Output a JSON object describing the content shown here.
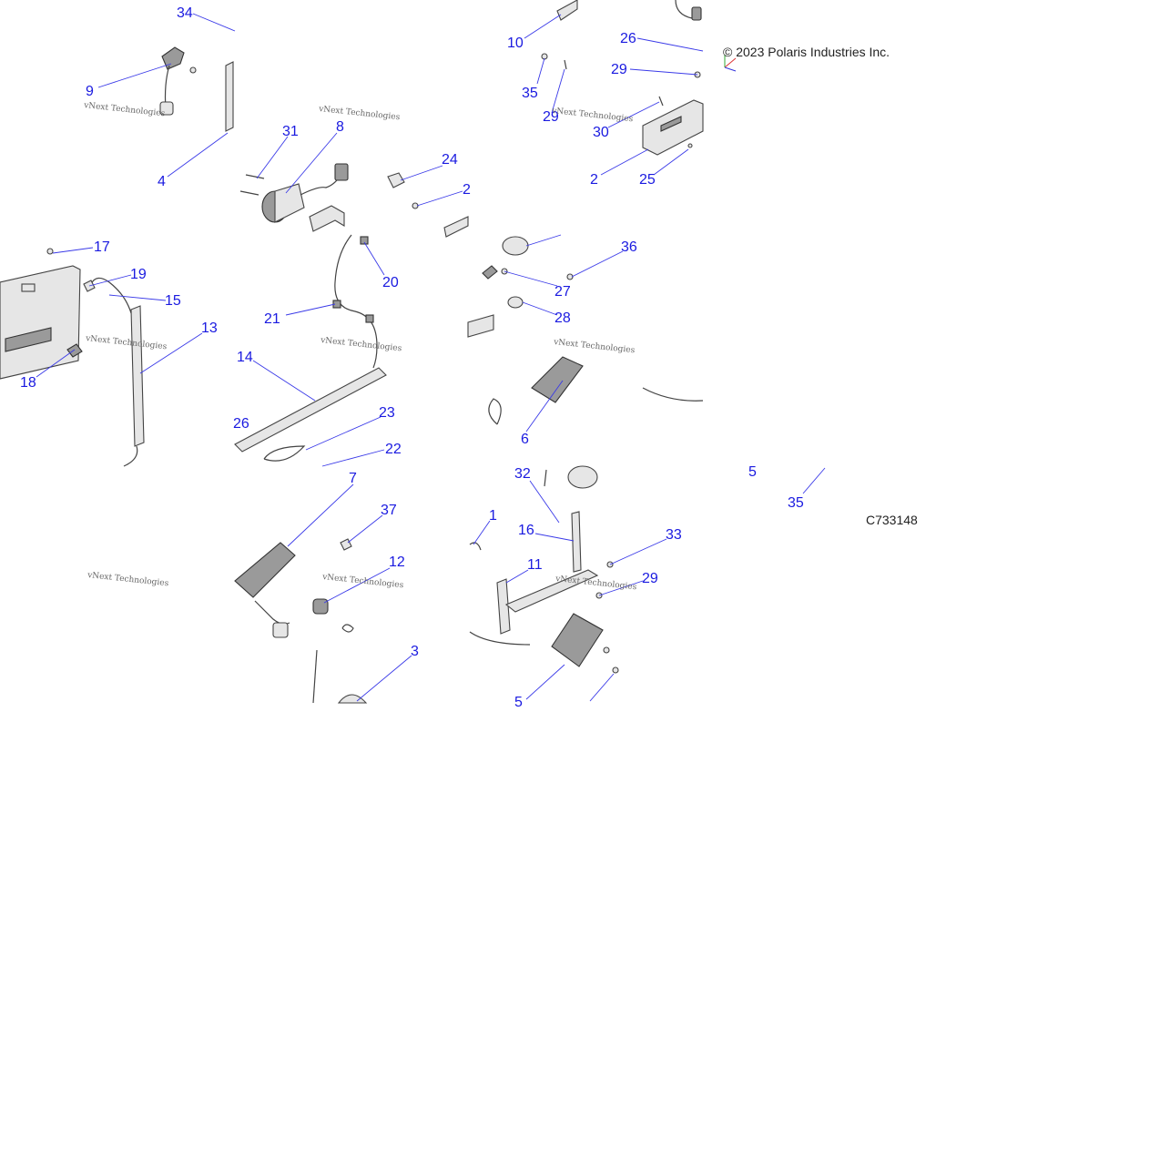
{
  "copyright": "© 2023 Polaris Industries Inc.",
  "drawing_id": "C733148",
  "watermark": "vNext Technologies",
  "callouts": [
    "34",
    "9",
    "4",
    "31",
    "8",
    "24",
    "2",
    "10",
    "26",
    "29",
    "35",
    "29",
    "30",
    "2",
    "25",
    "17",
    "19",
    "15",
    "13",
    "18",
    "20",
    "21",
    "14",
    "26",
    "23",
    "22",
    "36",
    "27",
    "28",
    "6",
    "7",
    "37",
    "12",
    "3",
    "32",
    "1",
    "16",
    "11",
    "33",
    "29",
    "5",
    "5",
    "35"
  ]
}
